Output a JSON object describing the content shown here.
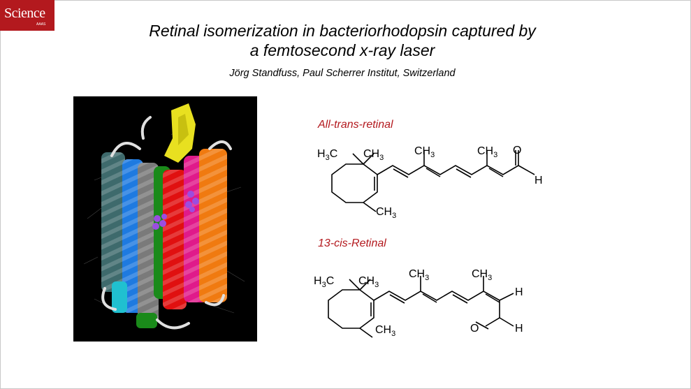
{
  "brand": {
    "logo_text": "Science",
    "logo_subtext": "AAAS"
  },
  "title": {
    "line1": "Retinal isomerization in bacteriorhodopsin captured by",
    "line2": "a femtosecond x-ray laser"
  },
  "author": "Jörg Standfuss, Paul Scherrer Institut, Switzerland",
  "colors": {
    "brand_red": "#b3191e",
    "label_red": "#b3191e"
  },
  "structures": {
    "trans": {
      "label": "All-trans-retinal",
      "h3c": "H",
      "h3c_sub": "3",
      "h3c_c": "C",
      "ch3": "CH",
      "ch3_sub": "3",
      "o": "O",
      "h": "H"
    },
    "cis": {
      "label": "13-cis-Retinal",
      "h3c": "H",
      "h3c_sub": "3",
      "h3c_c": "C",
      "ch3": "CH",
      "ch3_sub": "3",
      "o": "O",
      "h": "H"
    }
  },
  "protein_image": {
    "icon": "bacteriorhodopsin-ribbon-structure",
    "helix_colors": [
      "#3e6a6c",
      "#1e7ae0",
      "#7a7a7a",
      "#1a8a1a",
      "#e01010",
      "#e01a8a",
      "#f07a10",
      "#e8e020",
      "#20c0d0"
    ]
  }
}
